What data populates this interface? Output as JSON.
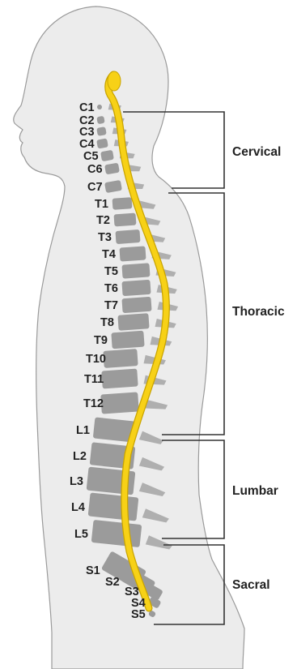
{
  "colors": {
    "body_fill": "#ececec",
    "body_outline": "#9a9a9a",
    "vertebra": "#9b9b9b",
    "disc": "#ffffff",
    "spinal_cord": "#f7d117",
    "spinal_cord_outline": "#c9a400",
    "bracket": "#333333",
    "text": "#222222"
  },
  "vertebrae": [
    "C1",
    "C2",
    "C3",
    "C4",
    "C5",
    "C6",
    "C7",
    "T1",
    "T2",
    "T3",
    "T4",
    "T5",
    "T6",
    "T7",
    "T8",
    "T9",
    "T10",
    "T11",
    "T12",
    "L1",
    "L2",
    "L3",
    "L4",
    "L5",
    "S1",
    "S2",
    "S3",
    "S4",
    "S5"
  ],
  "regions": [
    {
      "name": "Cervical"
    },
    {
      "name": "Thoracic"
    },
    {
      "name": "Lumbar"
    },
    {
      "name": "Sacral"
    }
  ]
}
